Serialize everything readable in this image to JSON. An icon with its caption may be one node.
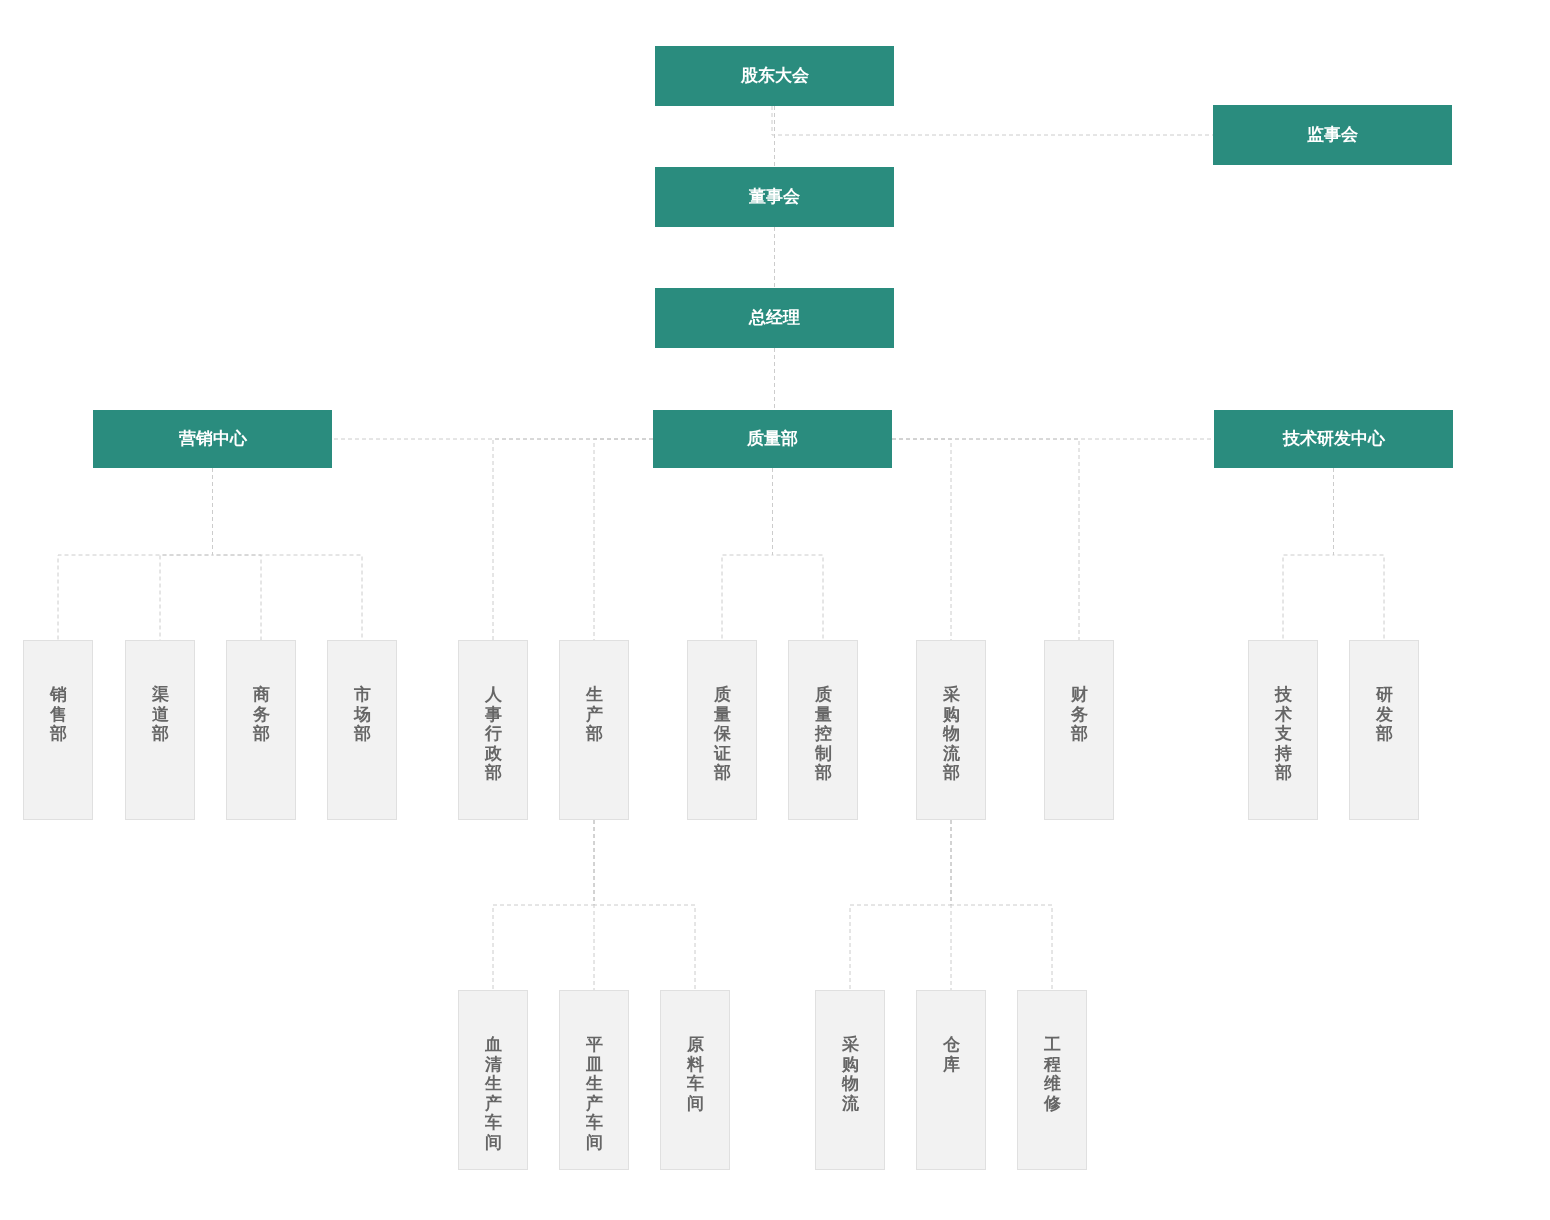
{
  "diagram": {
    "nodes": [
      {
        "text": [
          "股东大会"
        ]
      },
      {
        "text": [
          "监事会"
        ]
      },
      {
        "text": [
          "董事会"
        ]
      },
      {
        "text": [
          "总经理"
        ]
      },
      {
        "text": [
          "营销中心"
        ]
      },
      {
        "text": [
          "质量部"
        ]
      },
      {
        "text": [
          "技术研发中心"
        ]
      },
      {
        "text": [
          "销售部"
        ]
      },
      {
        "text": [
          "渠道部"
        ]
      },
      {
        "text": [
          "商务部"
        ]
      },
      {
        "text": [
          "市场部"
        ]
      },
      {
        "text": [
          "人事行政部"
        ]
      },
      {
        "text": [
          "生产部"
        ]
      },
      {
        "text": [
          "质量保证部"
        ]
      },
      {
        "text": [
          "质量控制部"
        ]
      },
      {
        "text": [
          "采购物流部"
        ]
      },
      {
        "text": [
          "财务部"
        ]
      },
      {
        "text": [
          "技术支持部"
        ]
      },
      {
        "text": [
          "研发部"
        ]
      },
      {
        "text": [
          "血清生产车间"
        ]
      },
      {
        "text": [
          "平皿生产车间"
        ]
      },
      {
        "text": [
          "原料车间"
        ]
      },
      {
        "text": [
          "采购物流"
        ]
      },
      {
        "text": [
          "仓库"
        ]
      },
      {
        "text": [
          "工程维修"
        ]
      }
    ],
    "edges": [
      {
        "from": 0,
        "to": 2,
        "arrow": "none",
        "style": "dashed"
      },
      {
        "from": 0,
        "to": 1,
        "arrow": "none",
        "style": "dashed"
      },
      {
        "from": 2,
        "to": 3,
        "arrow": "none",
        "style": "dashed"
      },
      {
        "from": 3,
        "to": 5,
        "arrow": "none",
        "style": "dashed"
      },
      {
        "from": 5,
        "to": 4,
        "arrow": "none",
        "style": "dashed"
      },
      {
        "from": 5,
        "to": 6,
        "arrow": "none",
        "style": "dashed"
      },
      {
        "from": 4,
        "to": 7,
        "arrow": "none",
        "style": "dashed"
      },
      {
        "from": 4,
        "to": 8,
        "arrow": "none",
        "style": "dashed"
      },
      {
        "from": 4,
        "to": 9,
        "arrow": "none",
        "style": "dashed"
      },
      {
        "from": 4,
        "to": 10,
        "arrow": "none",
        "style": "dashed"
      },
      {
        "from": 5,
        "to": 11,
        "arrow": "none",
        "style": "dashed"
      },
      {
        "from": 5,
        "to": 12,
        "arrow": "none",
        "style": "dashed"
      },
      {
        "from": 5,
        "to": 13,
        "arrow": "none",
        "style": "dashed"
      },
      {
        "from": 5,
        "to": 14,
        "arrow": "none",
        "style": "dashed"
      },
      {
        "from": 5,
        "to": 15,
        "arrow": "none",
        "style": "dashed"
      },
      {
        "from": 5,
        "to": 16,
        "arrow": "none",
        "style": "dashed"
      },
      {
        "from": 6,
        "to": 17,
        "arrow": "none",
        "style": "dashed"
      },
      {
        "from": 6,
        "to": 18,
        "arrow": "none",
        "style": "dashed"
      },
      {
        "from": 12,
        "to": 19,
        "arrow": "none",
        "style": "dashed"
      },
      {
        "from": 12,
        "to": 20,
        "arrow": "none",
        "style": "dashed"
      },
      {
        "from": 12,
        "to": 21,
        "arrow": "none",
        "style": "dashed"
      },
      {
        "from": 15,
        "to": 22,
        "arrow": "none",
        "style": "dashed"
      },
      {
        "from": 15,
        "to": 23,
        "arrow": "none",
        "style": "dashed"
      },
      {
        "from": 15,
        "to": 24,
        "arrow": "none",
        "style": "dashed"
      }
    ]
  }
}
